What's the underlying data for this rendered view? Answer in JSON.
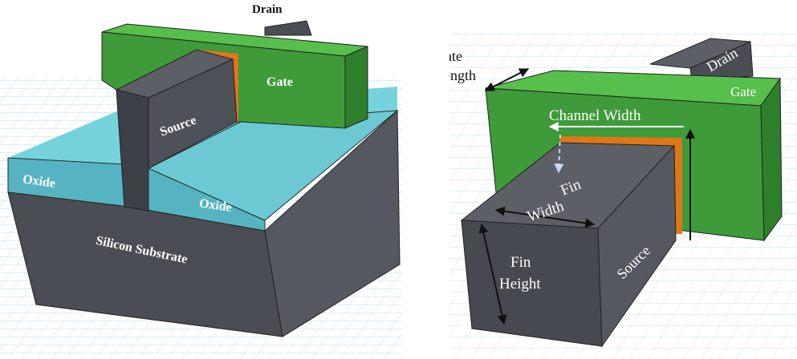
{
  "left": {
    "drain": "Drain",
    "gate": "Gate",
    "source": "Source",
    "oxide_left": "Oxide",
    "oxide_right": "Oxide",
    "substrate": "Silicon Substrate"
  },
  "right": {
    "gate_length_1": "Gate",
    "gate_length_2": "Length",
    "drain": "Drain",
    "gate": "Gate",
    "channel_width": "Channel Width",
    "fin_width_1": "Fin",
    "fin_width_2": "Width",
    "fin_height_1": "Fin",
    "fin_height_2": "Height",
    "source": "Source"
  },
  "colors": {
    "gate": "#3f9a3a",
    "gate_top": "#55bd4a",
    "oxide": "#5fc6d2",
    "silicon": "#4d5057",
    "channel": "#e0761a",
    "grid": "#b7dbeb"
  }
}
